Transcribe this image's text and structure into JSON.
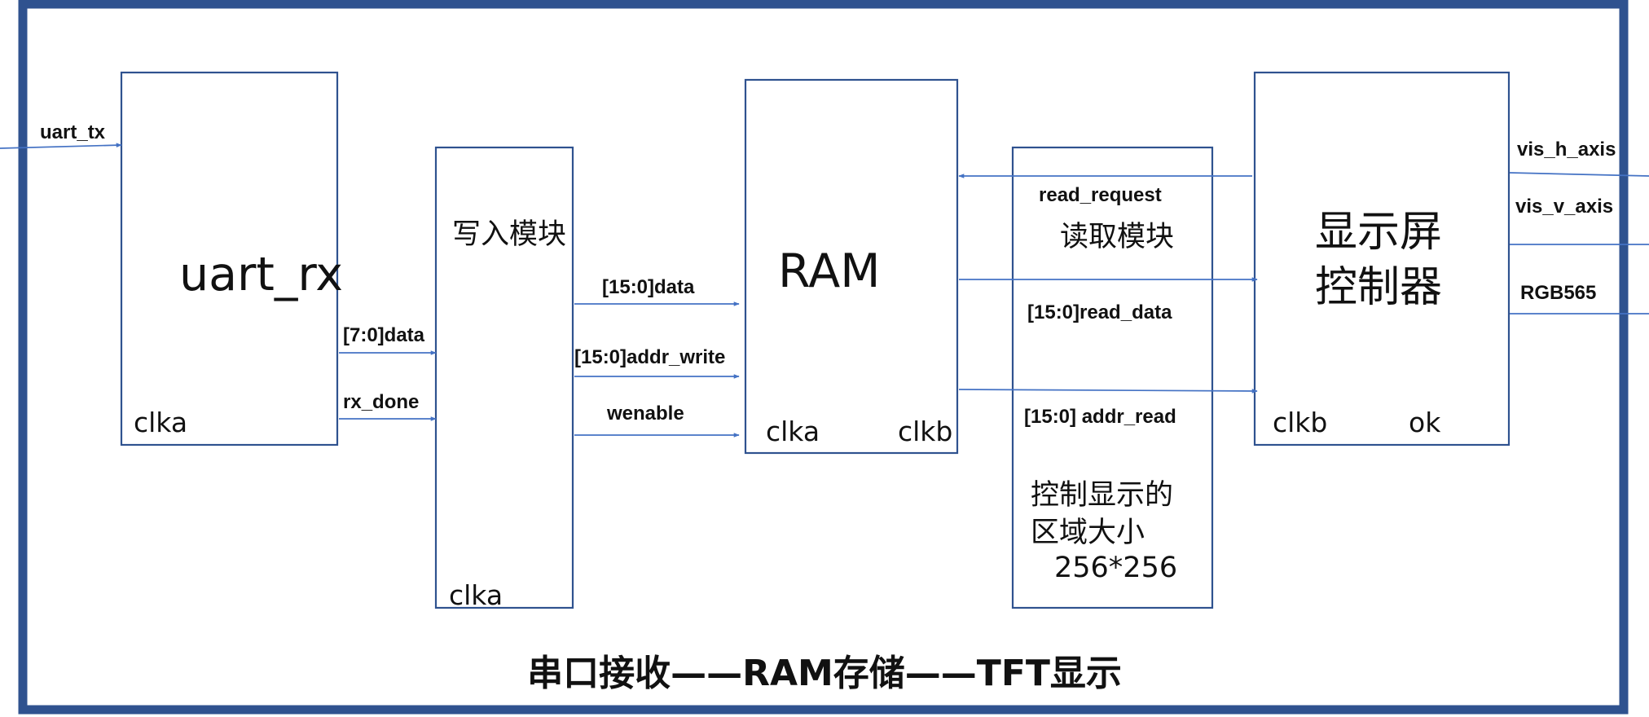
{
  "blocks": {
    "uart_rx": {
      "name": "uart_rx",
      "clock": "clka"
    },
    "write": {
      "name": "写入模块",
      "clock": "clka"
    },
    "ram": {
      "name": "RAM",
      "clock_a": "clka",
      "clock_b": "clkb"
    },
    "read": {
      "name": "读取模块",
      "note_line1": "控制显示的",
      "note_line2": "区域大小",
      "note_line3": "256*256"
    },
    "display": {
      "name_line1": "显示屏",
      "name_line2": "控制器",
      "clock": "clkb",
      "status": "ok"
    }
  },
  "signals": {
    "uart_tx": "uart_tx",
    "rx_data": "[7:0]data",
    "rx_done": "rx_done",
    "ram_data": "[15:0]data",
    "addr_write": "[15:0]addr_write",
    "wenable": "wenable",
    "read_request": "read_request",
    "read_data": "[15:0]read_data",
    "addr_read": "[15:0] addr_read",
    "vis_h_axis": "vis_h_axis",
    "vis_v_axis": "vis_v_axis",
    "rgb": "RGB565"
  },
  "caption": "串口接收——RAM存储——TFT显示",
  "colors": {
    "frame": "#2f528f",
    "box_border": "#2f528f",
    "wire": "#4472c4",
    "text": "#111111"
  }
}
